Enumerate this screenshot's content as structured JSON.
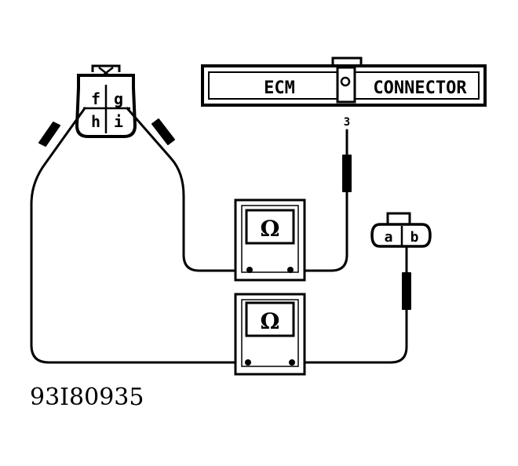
{
  "ecm_connector": {
    "left_label": "ECM",
    "right_label": "CONNECTOR",
    "pin_label": "3"
  },
  "four_pin_connector": {
    "pins": [
      "f",
      "g",
      "h",
      "i"
    ]
  },
  "two_pin_connector": {
    "pins": [
      "a",
      "b"
    ]
  },
  "meters": [
    {
      "symbol": "Ω"
    },
    {
      "symbol": "Ω"
    }
  ],
  "figure_id": "93I80935",
  "colors": {
    "ink": "#000000",
    "paper": "#ffffff"
  }
}
